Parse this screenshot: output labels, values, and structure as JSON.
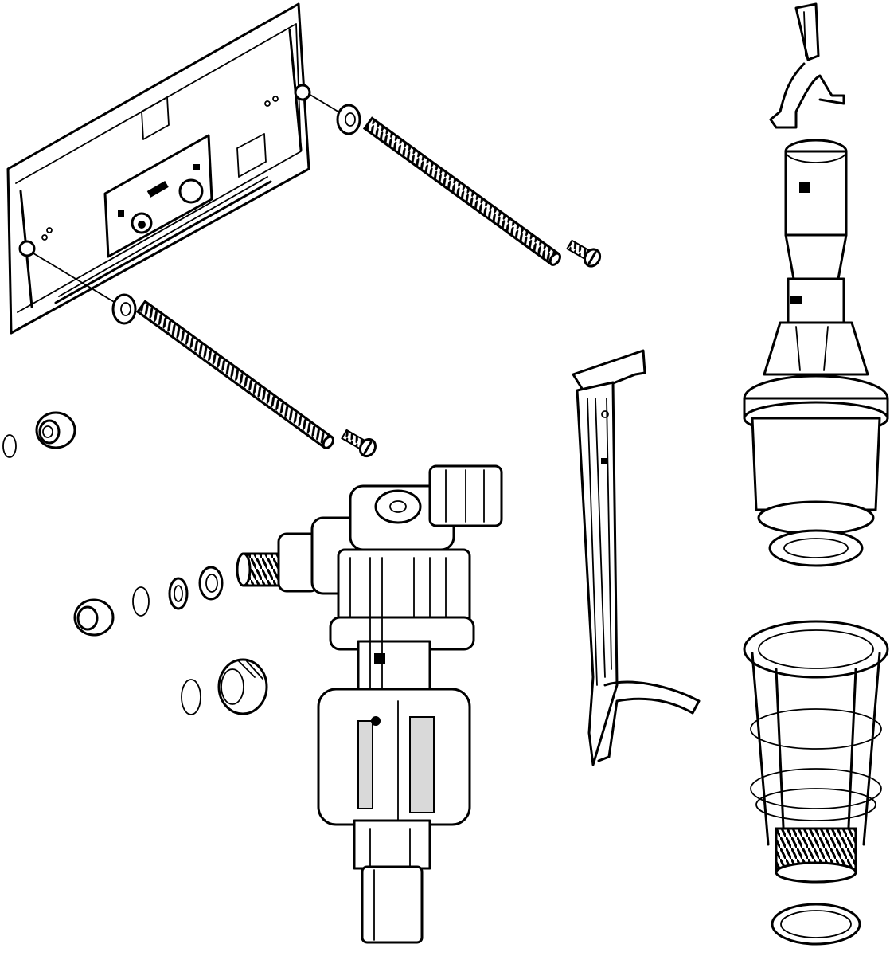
{
  "diagram": {
    "type": "exploded-parts-drawing",
    "style": "black line art on white background",
    "colors": {
      "line": "#000000",
      "background": "#ffffff",
      "shade": "#d9d9d9"
    },
    "parts": [
      {
        "id": "mounting-plate",
        "icon": "mounting-plate"
      },
      {
        "id": "threaded-rod-top",
        "icon": "threaded-rod"
      },
      {
        "id": "threaded-rod-bottom",
        "icon": "threaded-rod"
      },
      {
        "id": "screw-top",
        "icon": "screw"
      },
      {
        "id": "screw-bottom",
        "icon": "screw"
      },
      {
        "id": "nut-top",
        "icon": "hex-nut"
      },
      {
        "id": "nut-bottom",
        "icon": "hex-nut"
      },
      {
        "id": "connection-pipe",
        "icon": "s-bend-pipe"
      },
      {
        "id": "seal-rings",
        "icon": "o-ring"
      },
      {
        "id": "compression-nut",
        "icon": "union-nut"
      },
      {
        "id": "fill-valve",
        "icon": "fill-valve"
      },
      {
        "id": "lever-bracket",
        "icon": "lever-rod"
      },
      {
        "id": "hook-clip",
        "icon": "clip"
      },
      {
        "id": "flush-valve",
        "icon": "flush-valve"
      },
      {
        "id": "flush-valve-cage",
        "icon": "cage"
      },
      {
        "id": "bottom-gasket",
        "icon": "gasket"
      }
    ]
  }
}
